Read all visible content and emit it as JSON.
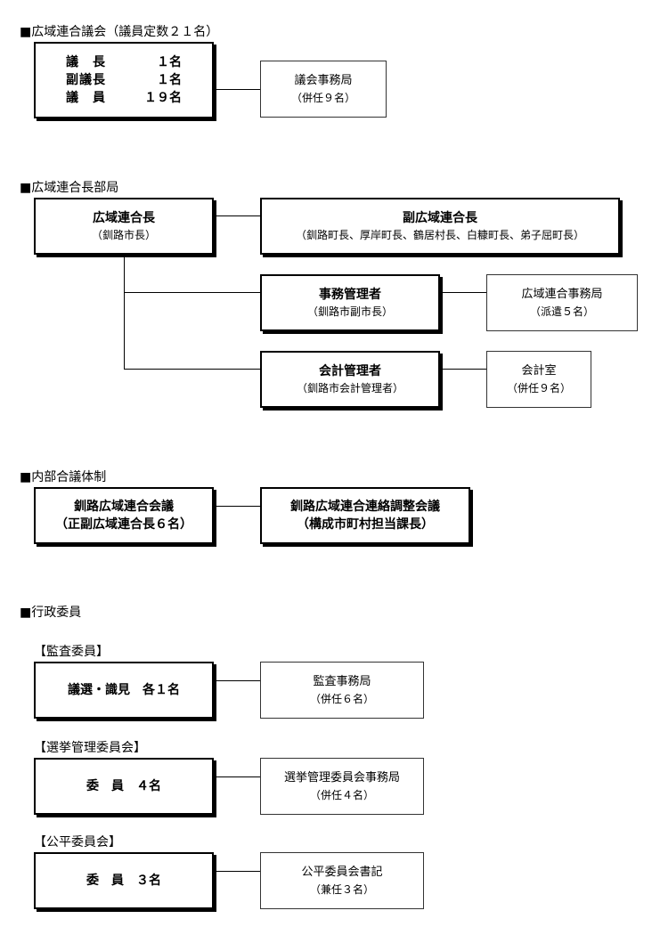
{
  "council": {
    "heading": "■広域連合議会（議員定数２１名）",
    "members": [
      {
        "role": "議　長",
        "count": "１名"
      },
      {
        "role": "副議長",
        "count": "１名"
      },
      {
        "role": "議　員",
        "count": "１９名"
      }
    ],
    "office": {
      "name": "議会事務局",
      "note": "（併任９名）"
    }
  },
  "chief": {
    "heading": "■広域連合長部局",
    "head": {
      "title": "広域連合長",
      "note": "（釧路市長）"
    },
    "vice": {
      "title": "副広域連合長",
      "note": "（釧路町長、厚岸町長、鶴居村長、白糠町長、弟子屈町長）"
    },
    "admin": {
      "title": "事務管理者",
      "note": "（釧路市副市長）"
    },
    "admin_office": {
      "name": "広域連合事務局",
      "note": "（派遣５名）"
    },
    "accounting": {
      "title": "会計管理者",
      "note": "（釧路市会計管理者）"
    },
    "accounting_office": {
      "name": "会計室",
      "note": "（併任９名）"
    }
  },
  "internal": {
    "heading": "■内部合議体制",
    "meeting": {
      "title": "釧路広域連合会議",
      "note": "（正副広域連合長６名）"
    },
    "coordination": {
      "title": "釧路広域連合連絡調整会議",
      "note": "（構成市町村担当課長）"
    }
  },
  "committees": {
    "heading": "■行政委員",
    "audit": {
      "label": "【監査委員】",
      "members": "議選・識見　各１名",
      "office": {
        "name": "監査事務局",
        "note": "（併任６名）"
      }
    },
    "election": {
      "label": "【選挙管理委員会】",
      "members": "委　員　４名",
      "office": {
        "name": "選挙管理委員会事務局",
        "note": "（併任４名）"
      }
    },
    "fairness": {
      "label": "【公平委員会】",
      "members": "委　員　３名",
      "office": {
        "name": "公平委員会書記",
        "note": "（兼任３名）"
      }
    }
  }
}
